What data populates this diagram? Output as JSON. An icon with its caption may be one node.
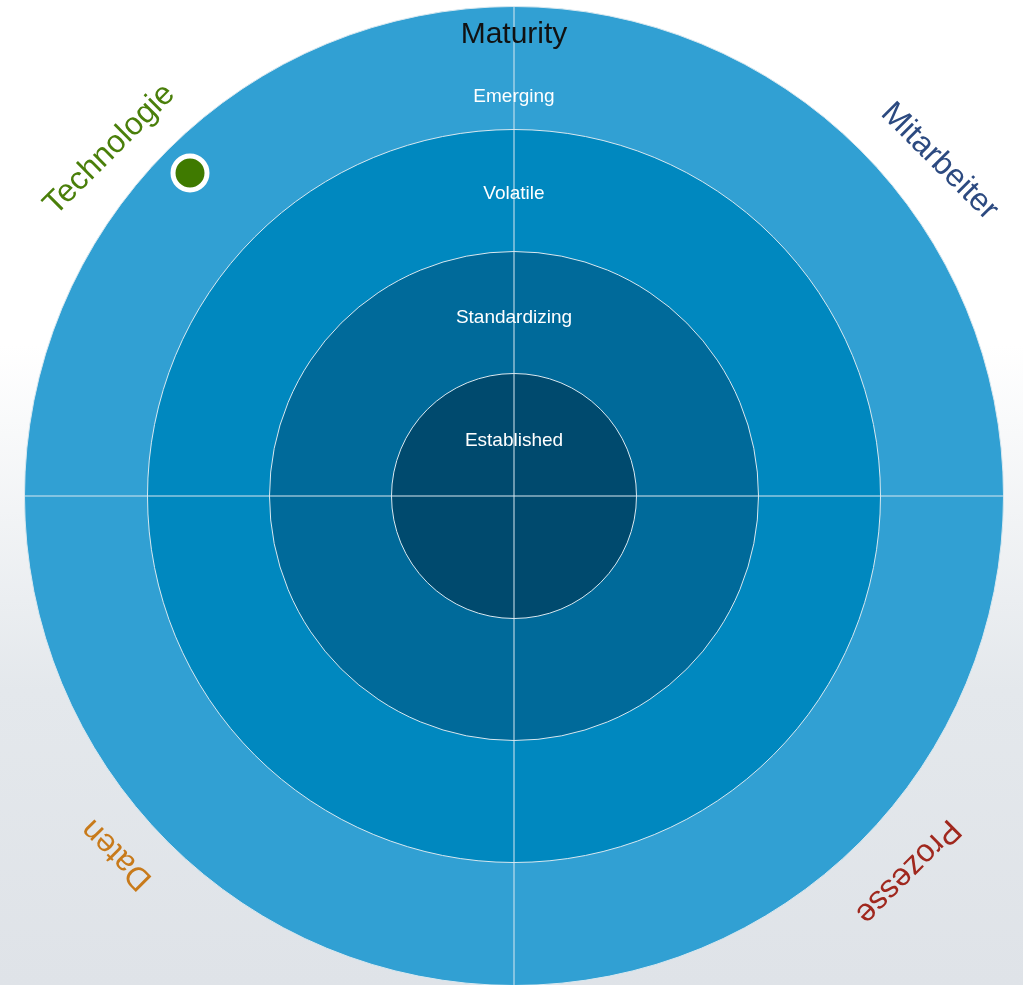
{
  "diagram": {
    "title": "Maturity",
    "nodes": [
      {
        "text": [
          "Emerging"
        ]
      },
      {
        "text": [
          "Volatile"
        ],
        "in": 0
      },
      {
        "text": [
          "Standardizing"
        ],
        "in": 1
      },
      {
        "text": [
          "Established"
        ],
        "in": 2
      }
    ],
    "labels": [
      "Technologie",
      "Mitarbeiter",
      "Daten",
      "Prozesse"
    ]
  }
}
